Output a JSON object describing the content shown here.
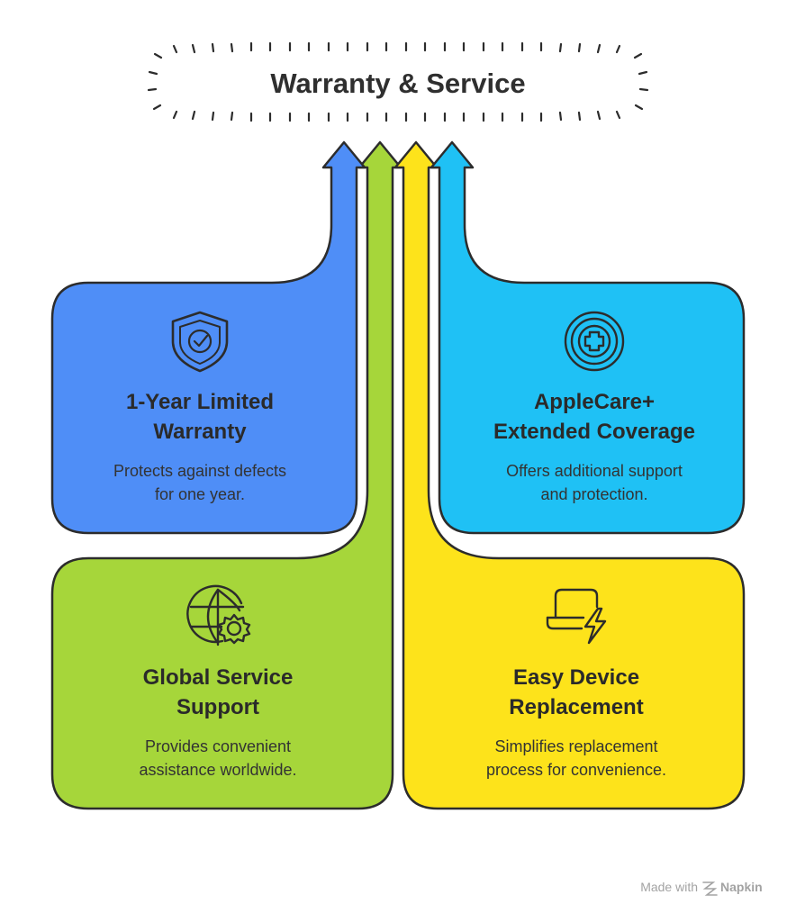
{
  "title": "Warranty & Service",
  "colors": {
    "blue": "#4f8ef7",
    "cyan": "#1fc1f5",
    "green": "#a6d63a",
    "yellow": "#fde31b",
    "outline": "#2c2c2c"
  },
  "cards": [
    {
      "id": "warranty",
      "icon": "shield-check-icon",
      "title_line1": "1-Year Limited",
      "title_line2": "Warranty",
      "desc_line1": "Protects against defects",
      "desc_line2": "for one year."
    },
    {
      "id": "applecare",
      "icon": "medical-plus-icon",
      "title_line1": "AppleCare+",
      "title_line2": "Extended Coverage",
      "desc_line1": "Offers additional support",
      "desc_line2": "and protection."
    },
    {
      "id": "global",
      "icon": "globe-gear-icon",
      "title_line1": "Global Service",
      "title_line2": "Support",
      "desc_line1": "Provides convenient",
      "desc_line2": "assistance worldwide."
    },
    {
      "id": "replacement",
      "icon": "device-lightning-icon",
      "title_line1": "Easy Device",
      "title_line2": "Replacement",
      "desc_line1": "Simplifies replacement",
      "desc_line2": "process for convenience."
    }
  ],
  "footer": {
    "made_with": "Made with",
    "brand": "Napkin"
  }
}
